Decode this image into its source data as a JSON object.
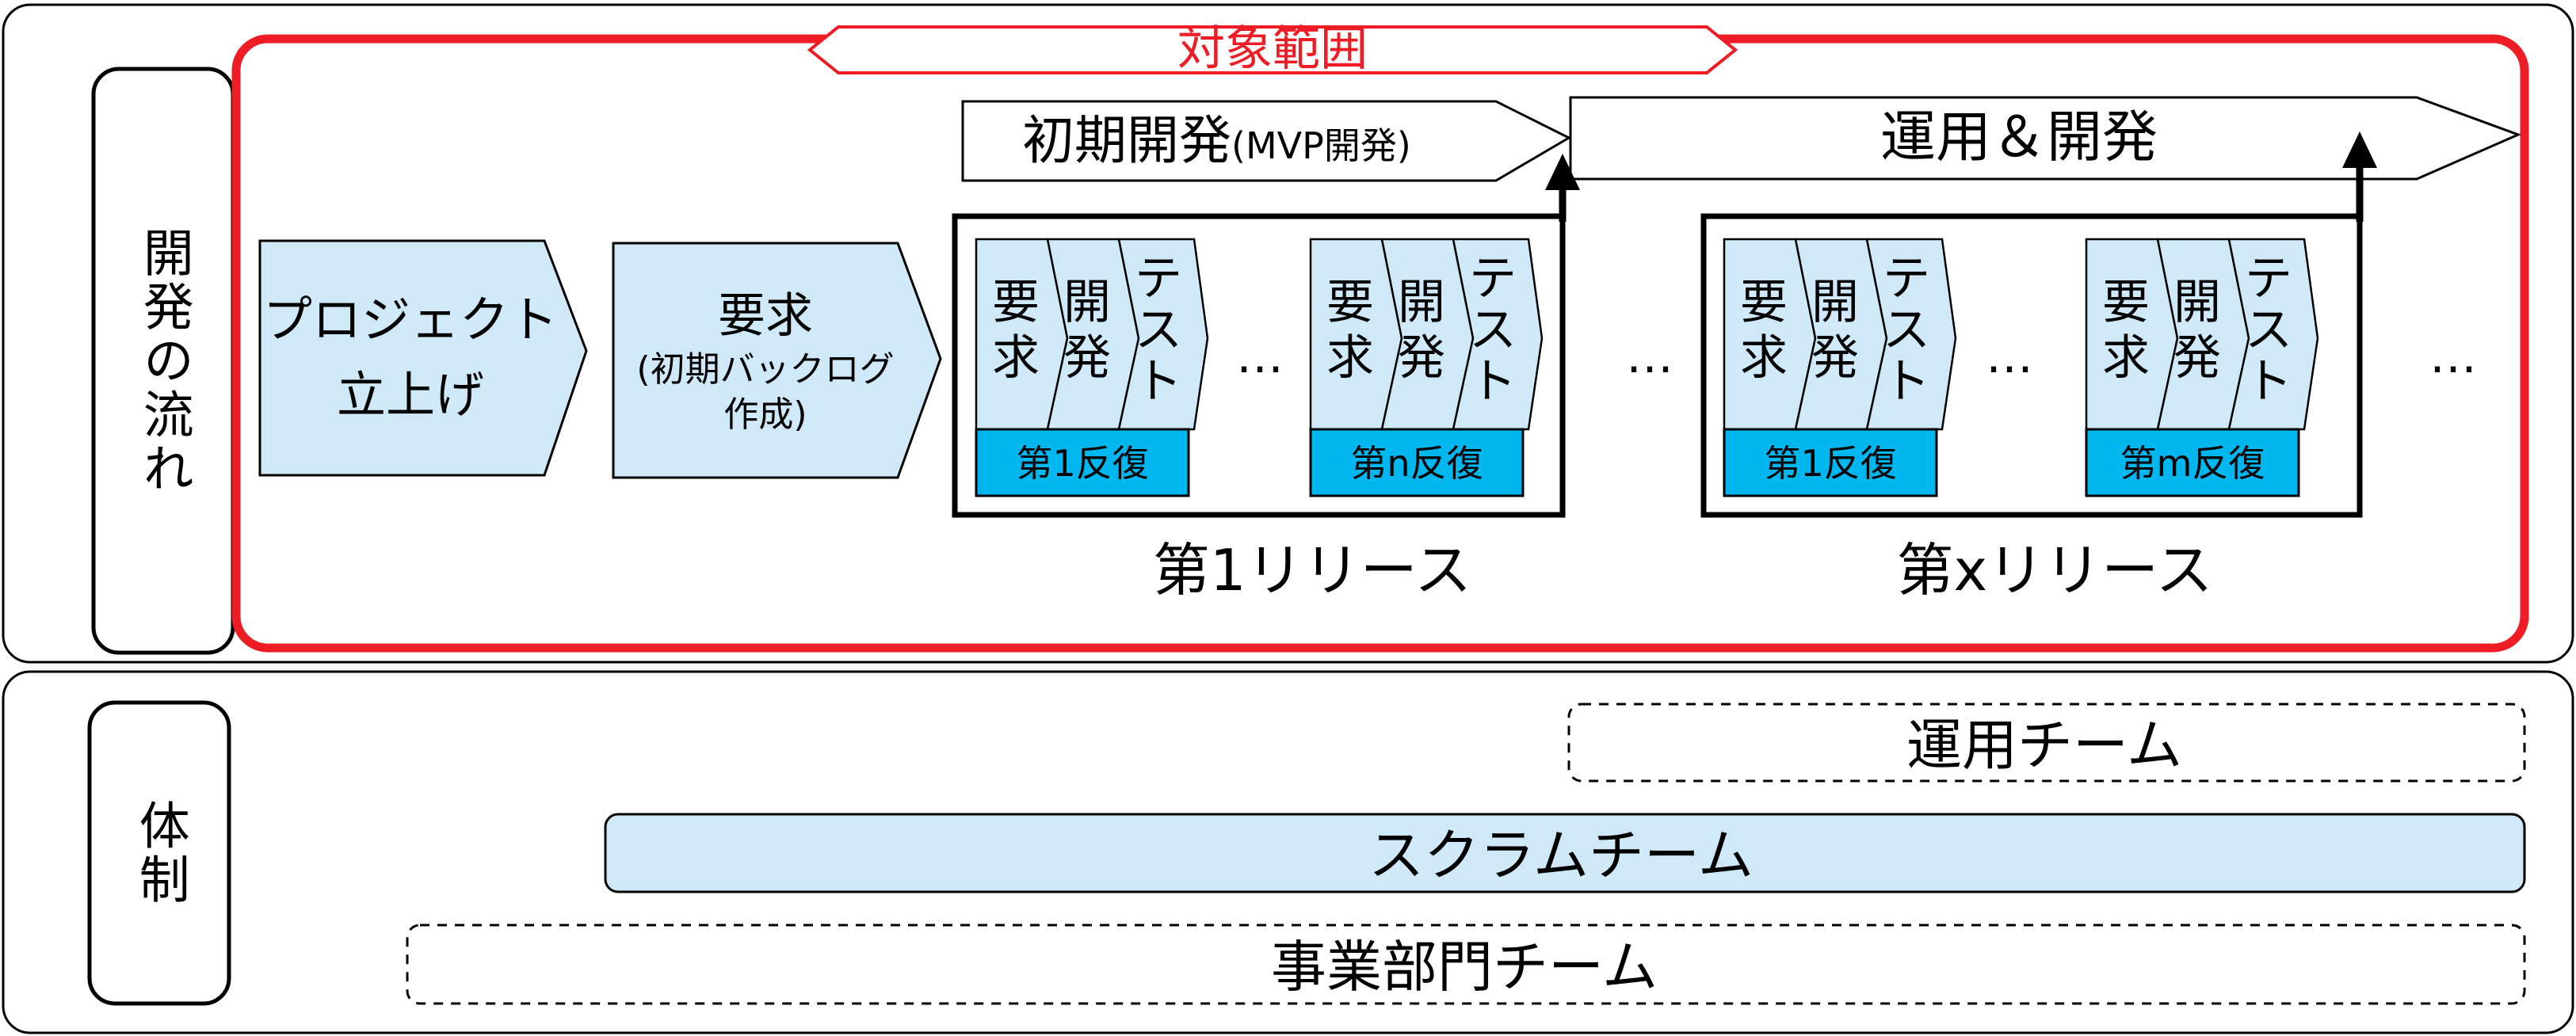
{
  "colors": {
    "scope_red": "#ee1c25",
    "phase_fill": "#cfe9f8",
    "iteration_fill": "#00b6ef",
    "border": "#000000"
  },
  "labels": {
    "flow_title": "開発の流れ",
    "org_title": "体制",
    "scope": "対象範囲",
    "initial_dev_main": "初期開発",
    "initial_dev_sub": "(MVP開発)",
    "ops_dev": "運用＆開発",
    "project_start_line1": "プロジェクト",
    "project_start_line2": "立上げ",
    "requirements_title": "要求",
    "requirements_sub1": "(初期バックログ",
    "requirements_sub2": "作成)",
    "step_requirements": "要求",
    "step_development": "開発",
    "step_test": "テスト",
    "ellipsis": "…",
    "iteration_first": "第1反復",
    "iteration_n": "第n反復",
    "iteration_m": "第m反復",
    "release_first": "第1リリース",
    "release_x": "第xリリース",
    "ops_team": "運用チーム",
    "scrum_team": "スクラムチーム",
    "business_team": "事業部門チーム"
  }
}
